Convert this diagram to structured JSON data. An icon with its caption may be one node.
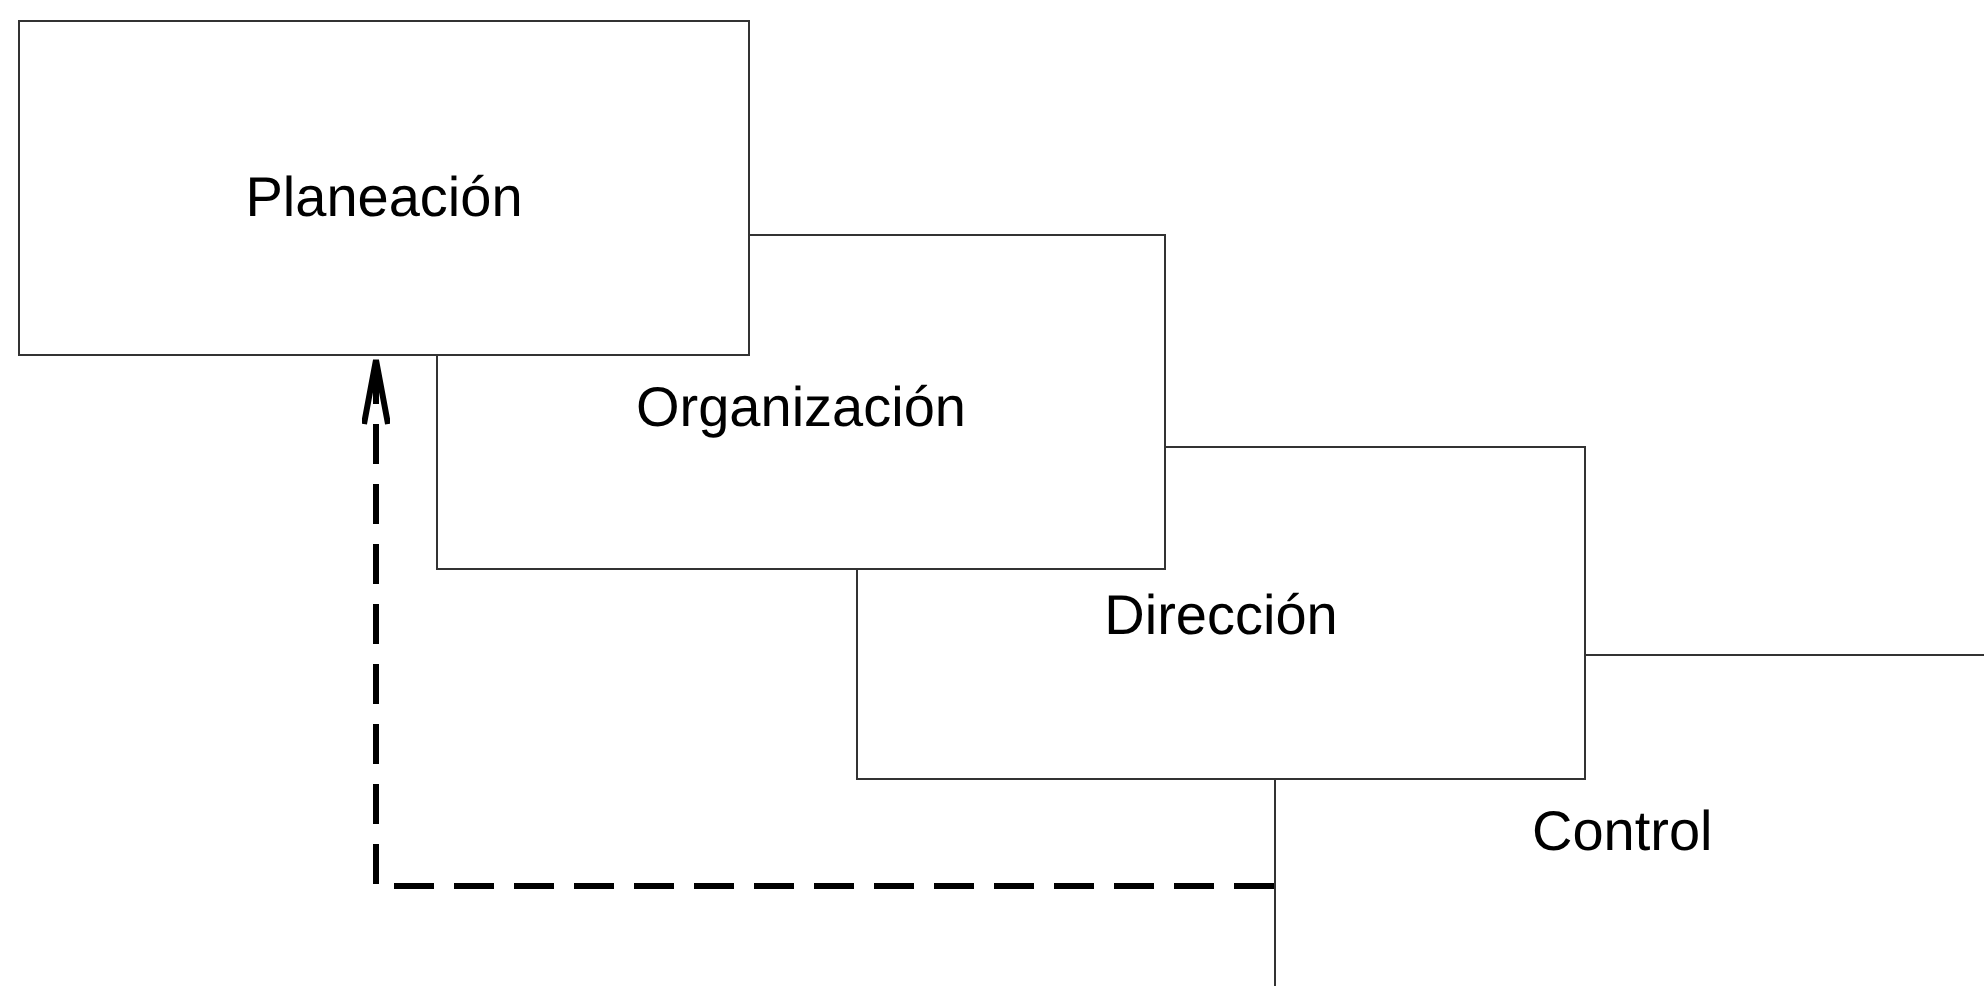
{
  "diagram": {
    "nodes": [
      {
        "text": [
          "Planeación"
        ]
      },
      {
        "text": [
          "Organización"
        ]
      },
      {
        "text": [
          "Dirección"
        ]
      },
      {
        "text": [
          "Control"
        ]
      }
    ],
    "edges": [
      {
        "from": 3,
        "to": 0,
        "arrow": "to",
        "style": "dashed"
      }
    ]
  }
}
